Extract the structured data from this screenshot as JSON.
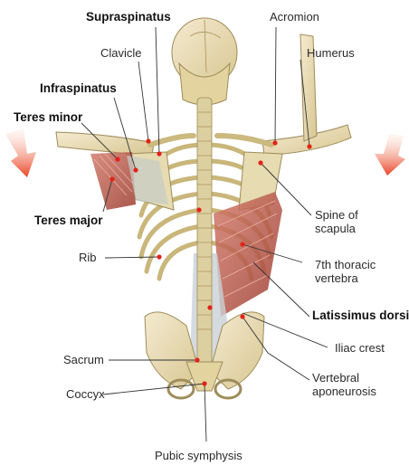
{
  "figure": {
    "labels": {
      "supraspinatus": "Supraspinatus",
      "acromion": "Acromion",
      "clavicle": "Clavicle",
      "humerus": "Humerus",
      "infraspinatus": "Infraspinatus",
      "teres_minor": "Teres minor",
      "teres_major": "Teres major",
      "spine_of_scapula": [
        "Spine of",
        "scapula"
      ],
      "rib": "Rib",
      "thoracic_vertebra": [
        "7th thoracic",
        "vertebra"
      ],
      "latissimus_dorsi": "Latissimus dorsi",
      "iliac_crest": "Iliac crest",
      "sacrum": "Sacrum",
      "vertebral_aponeurosis": [
        "Vertebral",
        "aponeurosis"
      ],
      "coccyx": "Coccyx",
      "pubic_symphysis": "Pubic symphysis"
    },
    "colors": {
      "bone": "#e9dcae",
      "bone_shadow": "#b9a874",
      "muscle": "#b0473a",
      "muscle_light": "#d98a7a",
      "aponeurosis": "#c9d1d6",
      "marker": "#e2231a",
      "arrow": "#e8391a",
      "leader_line": "#333333"
    },
    "arrows": [
      "left-arrow-down",
      "right-arrow-down"
    ]
  }
}
